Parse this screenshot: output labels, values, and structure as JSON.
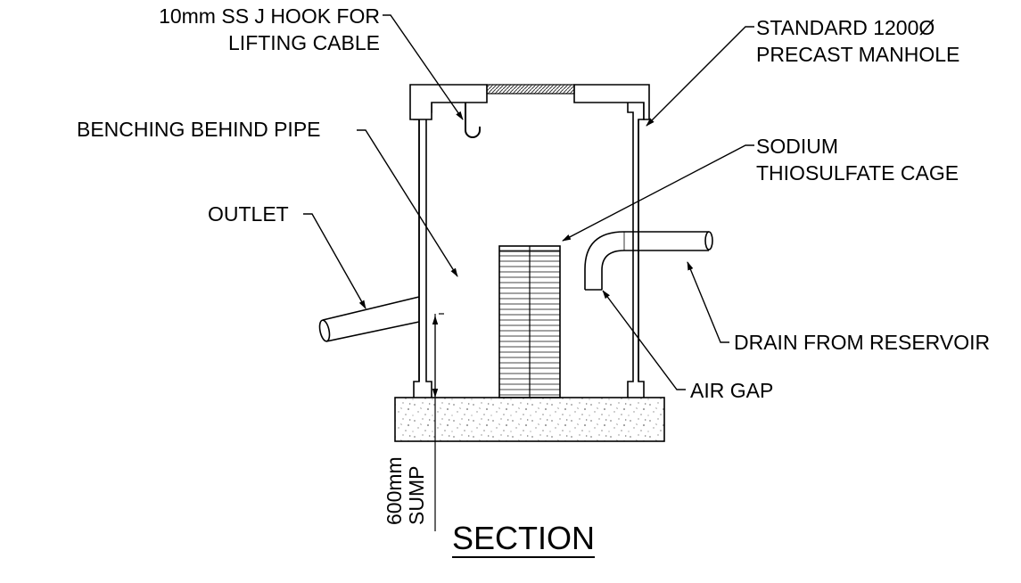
{
  "labels": {
    "hook_line1": "10mm SS J HOOK FOR",
    "hook_line2": "LIFTING CABLE",
    "manhole_line1": "STANDARD 1200Ø",
    "manhole_line2": "PRECAST MANHOLE",
    "benching": "BENCHING BEHIND PIPE",
    "sodium_line1": "SODIUM",
    "sodium_line2": "THIOSULFATE CAGE",
    "outlet": "OUTLET",
    "drain": "DRAIN FROM RESERVOIR",
    "air_gap": "AIR GAP",
    "sump_line1": "600mm",
    "sump_line2": "SUMP",
    "title": "SECTION"
  },
  "colors": {
    "line": "#000000",
    "cage": "#555555",
    "speckle": "#9a9a9a"
  }
}
